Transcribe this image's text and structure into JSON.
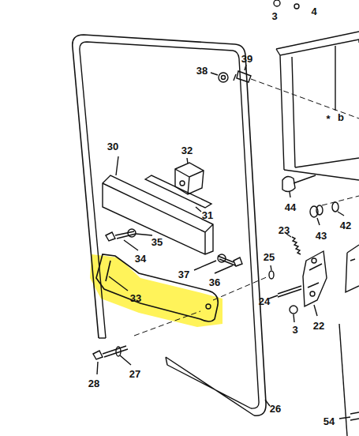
{
  "diagram": {
    "labels": [
      "3",
      "4",
      "38",
      "39",
      "*",
      "b",
      "30",
      "32",
      "44",
      "43",
      "42",
      "31",
      "23",
      "25",
      "35",
      "34",
      "37",
      "36",
      "33",
      "24",
      "22",
      "3",
      "27",
      "28",
      "26",
      "54"
    ]
  }
}
